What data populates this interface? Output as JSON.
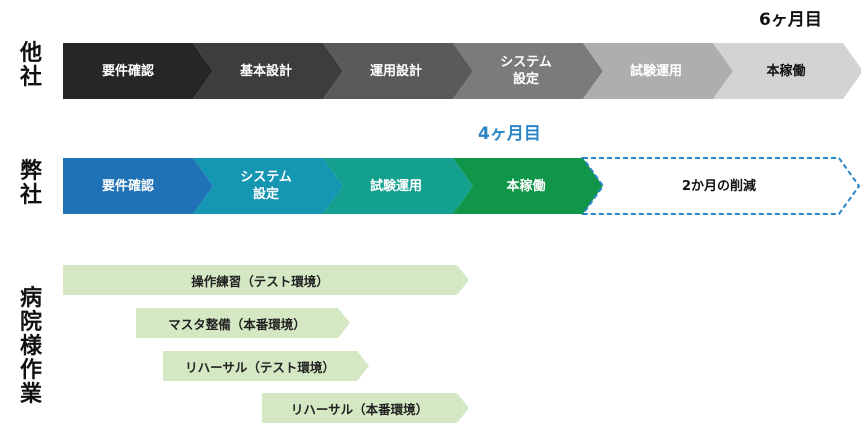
{
  "rows": {
    "other": {
      "label": "他社",
      "duration": "6ヶ月目",
      "steps": [
        "要件確認",
        "基本設計",
        "運用設計",
        "システム\n設定",
        "試験運用",
        "本稼働"
      ]
    },
    "ours": {
      "label": "弊社",
      "duration": "4ヶ月目",
      "steps": [
        "要件確認",
        "システム\n設定",
        "試験運用",
        "本稼働"
      ],
      "reduction": "2か月の削減"
    },
    "hospital": {
      "label": "病院様作業",
      "tasks": [
        "操作練習（テスト環境）",
        "マスタ整備（本番環境）",
        "リハーサル（テスト環境）",
        "リハーサル（本番環境）"
      ]
    }
  },
  "colors": {
    "other": [
      "#262626",
      "#3d3d3d",
      "#5a5a5a",
      "#7b7b7b",
      "#aeaeae",
      "#d3d3d3"
    ],
    "other_text": [
      "#ffffff",
      "#ffffff",
      "#ffffff",
      "#ffffff",
      "#ffffff",
      "#111111"
    ],
    "ours": [
      "#1f72b6",
      "#1596b3",
      "#14a08f",
      "#0f9648"
    ],
    "ours_text": "#ffffff",
    "reduction_border": "#2a86c7",
    "task_fill": "#d5e8c4",
    "duration_4": "#2a86c7",
    "duration_6": "#111111"
  }
}
